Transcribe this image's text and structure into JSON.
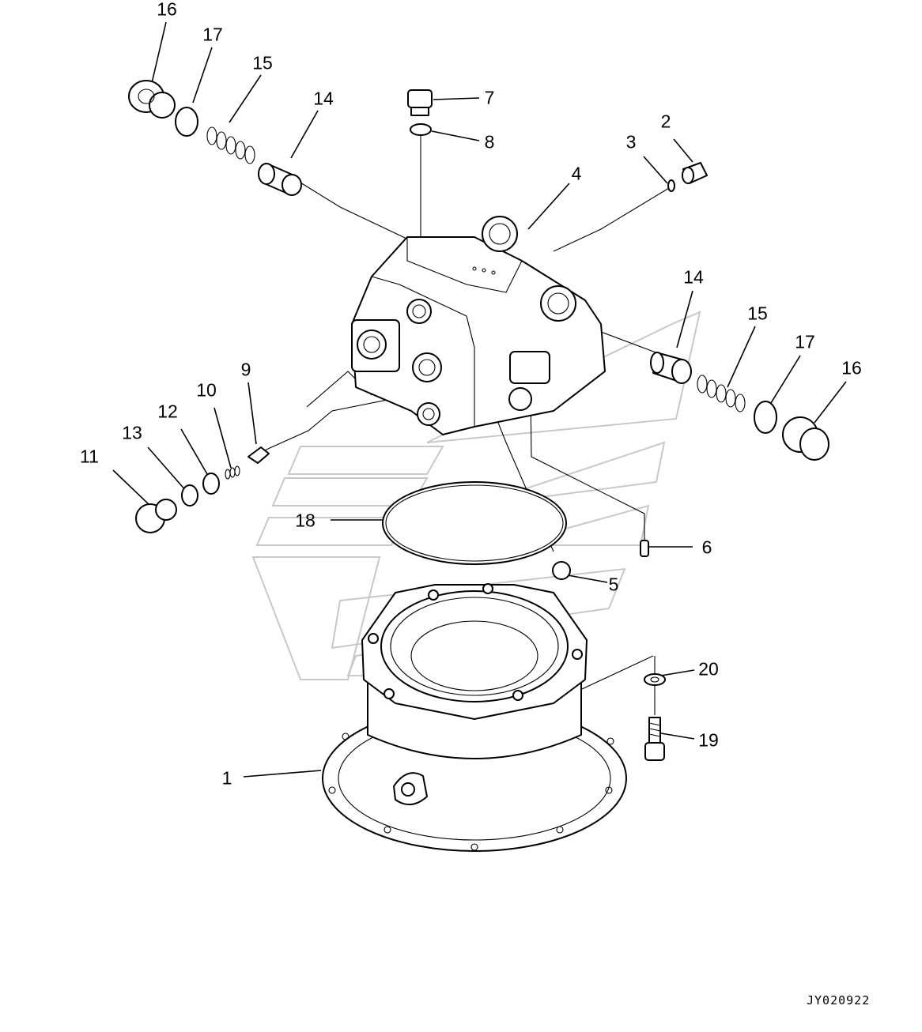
{
  "diagram": {
    "reference_code": "JY020922",
    "callouts": [
      {
        "id": "c16a",
        "label": "16"
      },
      {
        "id": "c17a",
        "label": "17"
      },
      {
        "id": "c15a",
        "label": "15"
      },
      {
        "id": "c14a",
        "label": "14"
      },
      {
        "id": "c7",
        "label": "7"
      },
      {
        "id": "c8",
        "label": "8"
      },
      {
        "id": "c4",
        "label": "4"
      },
      {
        "id": "c3",
        "label": "3"
      },
      {
        "id": "c2",
        "label": "2"
      },
      {
        "id": "c14b",
        "label": "14"
      },
      {
        "id": "c15b",
        "label": "15"
      },
      {
        "id": "c17b",
        "label": "17"
      },
      {
        "id": "c16b",
        "label": "16"
      },
      {
        "id": "c9",
        "label": "9"
      },
      {
        "id": "c10",
        "label": "10"
      },
      {
        "id": "c12",
        "label": "12"
      },
      {
        "id": "c13",
        "label": "13"
      },
      {
        "id": "c11",
        "label": "11"
      },
      {
        "id": "c18",
        "label": "18"
      },
      {
        "id": "c6",
        "label": "6"
      },
      {
        "id": "c5",
        "label": "5"
      },
      {
        "id": "c20",
        "label": "20"
      },
      {
        "id": "c19",
        "label": "19"
      },
      {
        "id": "c1",
        "label": "1"
      }
    ]
  }
}
